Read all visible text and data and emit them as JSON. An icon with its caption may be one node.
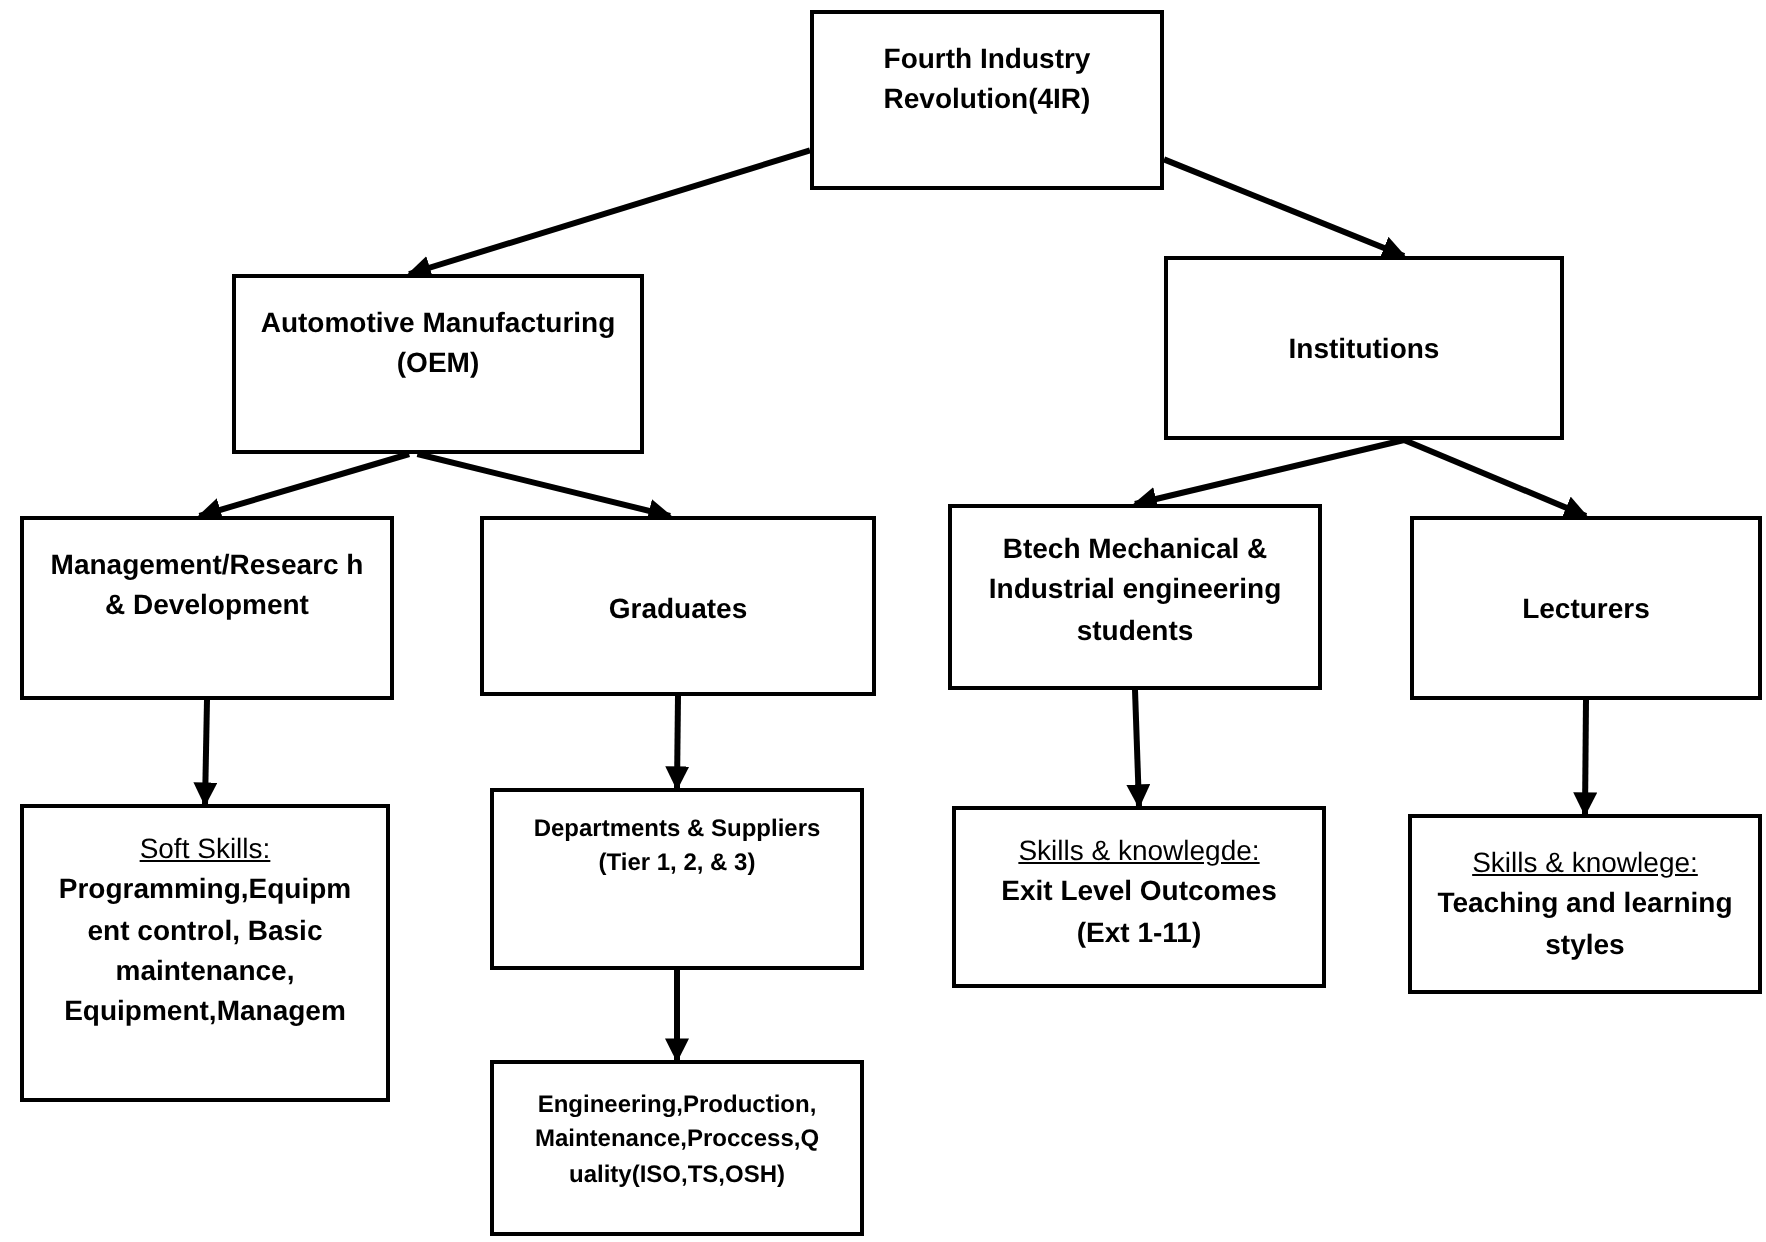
{
  "diagram": {
    "nodes": [
      {
        "text": [
          "Fourth Industry Revolution(4IR)"
        ]
      },
      {
        "text": [
          "Automotive Manufacturing (OEM)"
        ]
      },
      {
        "text": [
          "Institutions"
        ]
      },
      {
        "text": [
          "Management/Researc h & Development"
        ]
      },
      {
        "text": [
          "Graduates"
        ]
      },
      {
        "text": [
          "Btech Mechanical & Industrial engineering students"
        ]
      },
      {
        "text": [
          "Lecturers"
        ]
      },
      {
        "text": [
          "Soft Skills:",
          "Programming,Equipm ent control, Basic maintenance, Equipment,Managem"
        ]
      },
      {
        "text": [
          "Departments & Suppliers (Tier 1, 2, & 3)"
        ]
      },
      {
        "text": [
          "Engineering,Production, Maintenance,Proccess,Q uality(ISO,TS,OSH)"
        ]
      },
      {
        "text": [
          "Skills & knowlegde:",
          "Exit Level Outcomes (Ext 1-11)"
        ]
      },
      {
        "text": [
          "Skills & knowlege:",
          "Teaching and learning styles"
        ]
      }
    ],
    "edges": [
      {
        "from": 0,
        "to": 1,
        "arrow": "to"
      },
      {
        "from": 0,
        "to": 2,
        "arrow": "to"
      },
      {
        "from": 1,
        "to": 3,
        "arrow": "to"
      },
      {
        "from": 1,
        "to": 4,
        "arrow": "to"
      },
      {
        "from": 2,
        "to": 5,
        "arrow": "to"
      },
      {
        "from": 2,
        "to": 6,
        "arrow": "to"
      },
      {
        "from": 3,
        "to": 7,
        "arrow": "to"
      },
      {
        "from": 4,
        "to": 8,
        "arrow": "to"
      },
      {
        "from": 8,
        "to": 9,
        "arrow": "to"
      },
      {
        "from": 5,
        "to": 10,
        "arrow": "to"
      },
      {
        "from": 6,
        "to": 11,
        "arrow": "to"
      }
    ]
  }
}
